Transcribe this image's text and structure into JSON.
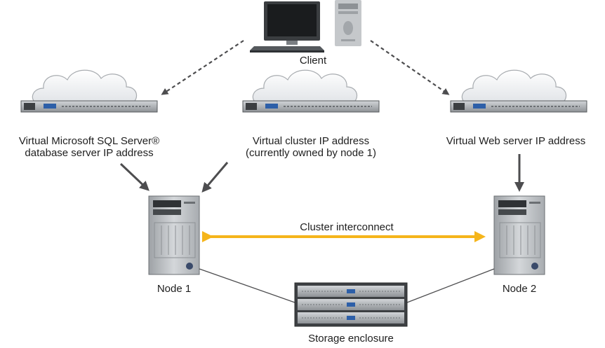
{
  "labels": {
    "client": "Client",
    "sql_line1": "Virtual Microsoft SQL Server®",
    "sql_line2": "database server IP address",
    "cluster_line1": "Virtual cluster IP address",
    "cluster_line2": "(currently owned by node 1)",
    "web": "Virtual Web server IP address",
    "interconnect": "Cluster interconnect",
    "node1": "Node 1",
    "node2": "Node 2",
    "storage": "Storage enclosure"
  },
  "colors": {
    "interconnect": "#f5b51b",
    "arrow": "#4d4d4f",
    "cloud_fill": "#eef0f2",
    "cloud_stroke": "#a8acb0",
    "server_body": "#c5c8cc"
  }
}
